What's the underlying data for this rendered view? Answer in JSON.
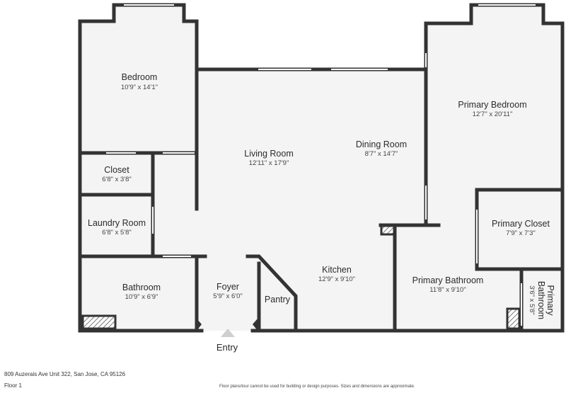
{
  "rooms": {
    "bedroom": {
      "name": "Bedroom",
      "dims": "10'9\" x 14'1\""
    },
    "living_room": {
      "name": "Living Room",
      "dims": "12'11\" x 17'9\""
    },
    "dining_room": {
      "name": "Dining Room",
      "dims": "8'7\" x 14'7\""
    },
    "primary_bedroom": {
      "name": "Primary Bedroom",
      "dims": "12'7\" x 20'11\""
    },
    "closet": {
      "name": "Closet",
      "dims": "6'8\" x 3'8\""
    },
    "laundry_room": {
      "name": "Laundry Room",
      "dims": "6'8\" x 5'8\""
    },
    "primary_closet": {
      "name": "Primary Closet",
      "dims": "7'9\" x 7'3\""
    },
    "bathroom": {
      "name": "Bathroom",
      "dims": "10'9\" x 6'9\""
    },
    "foyer": {
      "name": "Foyer",
      "dims": "5'9\" x 6'0\""
    },
    "pantry": {
      "name": "Pantry"
    },
    "kitchen": {
      "name": "Kitchen",
      "dims": "12'9\" x 9'10\""
    },
    "primary_bathroom": {
      "name": "Primary Bathroom",
      "dims": "11'8\" x 9'10\""
    },
    "primary_bathroom_small": {
      "name_line1": "Primary",
      "name_line2": "Bathroom",
      "dims": "3'6\" x 5'8\""
    }
  },
  "entry_label": "Entry",
  "footer": {
    "address": "809 Auzerais Ave Unit 322, San Jose, CA 95126",
    "floor": "Floor 1",
    "disclaimer": "Floor plans/tour cannot be used for building or design purposes. Sizes and dimensions are approximate."
  },
  "colors": {
    "wall": "#333333",
    "floor": "#f4f4f4",
    "window": "#ffffff",
    "hatch": "#555555"
  }
}
